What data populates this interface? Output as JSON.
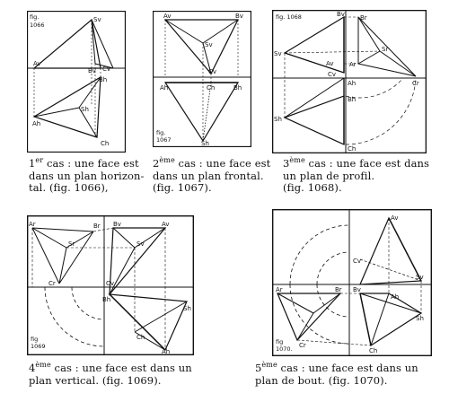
{
  "figures": [
    {
      "id": "fig-1066",
      "number_label": [
        "fig.",
        "1066"
      ],
      "points": {
        "Av": "Av",
        "Sv": "Sv",
        "Bv": "Bv",
        "Cv": "Cv",
        "Ah": "Ah",
        "Sh": "Sh",
        "Bh": "Bh",
        "Ch": "Ch"
      }
    },
    {
      "id": "fig-1067",
      "number_label": [
        "fig.",
        "1067"
      ],
      "points": {
        "Av": "Av",
        "Bv": "Bv",
        "Sv": "Sv",
        "Cv": "Cv",
        "Ah": "Ah",
        "Ch": "Ch",
        "Bh": "Bh",
        "Sh": "Sh"
      }
    },
    {
      "id": "fig-1068",
      "number_label": [
        "fig. 1068"
      ],
      "points": {
        "Sv": "Sv",
        "Bv": "Bv",
        "Br": "Br",
        "Sr": "Sr",
        "Av": "Av",
        "Ar": "Ar",
        "Cr": "Cr",
        "Cv": "Cv",
        "Ah": "Ah",
        "Sh": "Sh",
        "Bh": "Bh",
        "Ch": "Ch"
      }
    },
    {
      "id": "fig-1069",
      "number_label": [
        "fig",
        "1069"
      ],
      "points": {
        "Ar": "Ar",
        "Br": "Br",
        "Bv": "Bv",
        "Av": "Av",
        "Sr": "Sr",
        "Sv": "Sv",
        "Cr": "Cr",
        "Cv": "Cv",
        "Bh": "Bh",
        "Sh": "Sh",
        "Ch": "Ch",
        "Ah": "Ah"
      }
    },
    {
      "id": "fig-1070",
      "number_label": [
        "fig",
        "1070."
      ],
      "points": {
        "Av": "Av",
        "Cv": "Cv",
        "Sv": "Sv",
        "Ar": "Ar",
        "Br": "Br",
        "Bv": "Bv",
        "Ah": "Ah",
        "Sh": "Sh",
        "Cr": "Cr",
        "Ch": "Ch"
      }
    }
  ],
  "captions": [
    {
      "ordinal_num": "1",
      "ordinal_sup": "er",
      "lines": [
        "cas : une face est",
        "dans un plan horizon-",
        "tal. (fig. 1066),"
      ]
    },
    {
      "ordinal_num": "2",
      "ordinal_sup": "ème",
      "lines": [
        "cas : une face est",
        "dans un plan frontal.",
        "(fig. 1067)."
      ]
    },
    {
      "ordinal_num": "3",
      "ordinal_sup": "ème",
      "lines": [
        "cas : une face est dans",
        "un plan de profil.",
        "(fig. 1068)."
      ]
    },
    {
      "ordinal_num": "4",
      "ordinal_sup": "ème",
      "lines": [
        "cas : une face est dans un",
        "plan vertical. (fig. 1069)."
      ]
    },
    {
      "ordinal_num": "5",
      "ordinal_sup": "ème",
      "lines": [
        "cas : une face est dans un",
        "plan de bout. (fig. 1070)."
      ]
    }
  ]
}
